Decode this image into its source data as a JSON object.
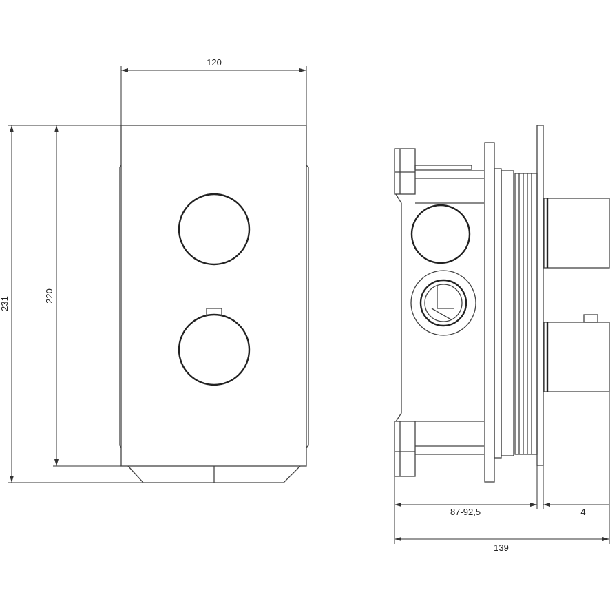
{
  "front_view": {
    "width_label": "120",
    "height_total_label": "231",
    "height_plate_label": "220"
  },
  "side_view": {
    "depth_label": "87-92,5",
    "plate_label": "4",
    "total_depth_label": "139"
  },
  "line_color": "#444444"
}
